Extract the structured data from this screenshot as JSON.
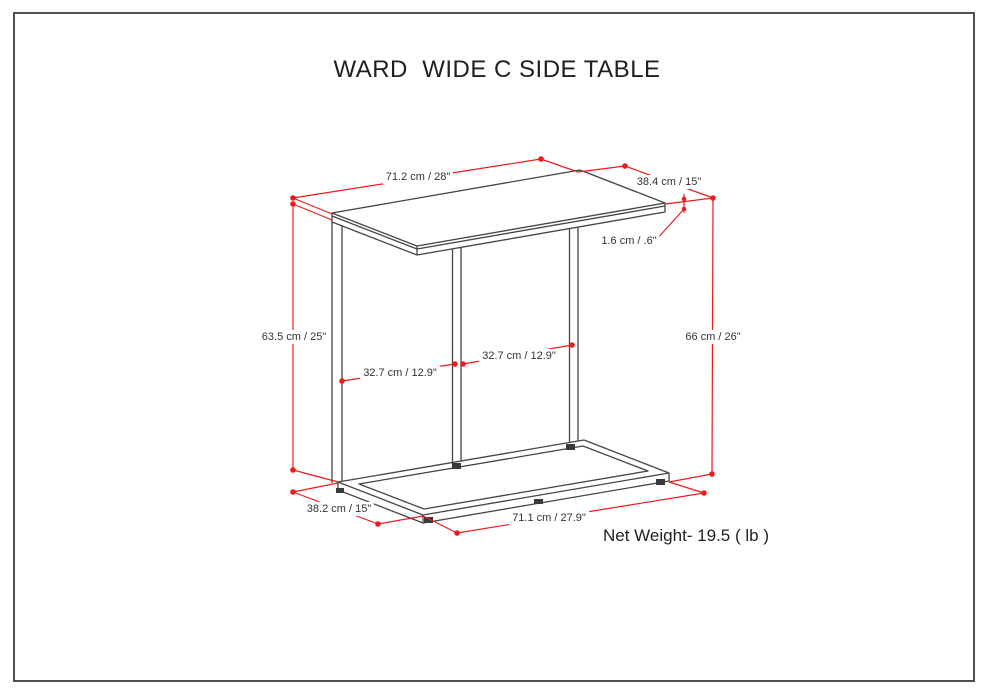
{
  "title": "WARD  WIDE C SIDE TABLE",
  "net_weight": "Net Weight- 19.5 ( lb )",
  "dimensions": {
    "top_length": "71.2 cm / 28\"",
    "top_depth": "38.4 cm / 15\"",
    "top_thickness": "1.6 cm / .6\"",
    "left_height": "63.5 cm / 25\"",
    "right_height": "66 cm / 26\"",
    "gap_left": "32.7 cm / 12.9\"",
    "gap_right": "32.7 cm / 12.9\"",
    "base_depth": "38.2 cm / 15\"",
    "base_length": "71.1 cm / 27.9\""
  },
  "colors": {
    "dimension_red": "#ed1b1b",
    "drawing_line": "#454545",
    "border": "#4f4f4f",
    "background": "#ffffff"
  }
}
